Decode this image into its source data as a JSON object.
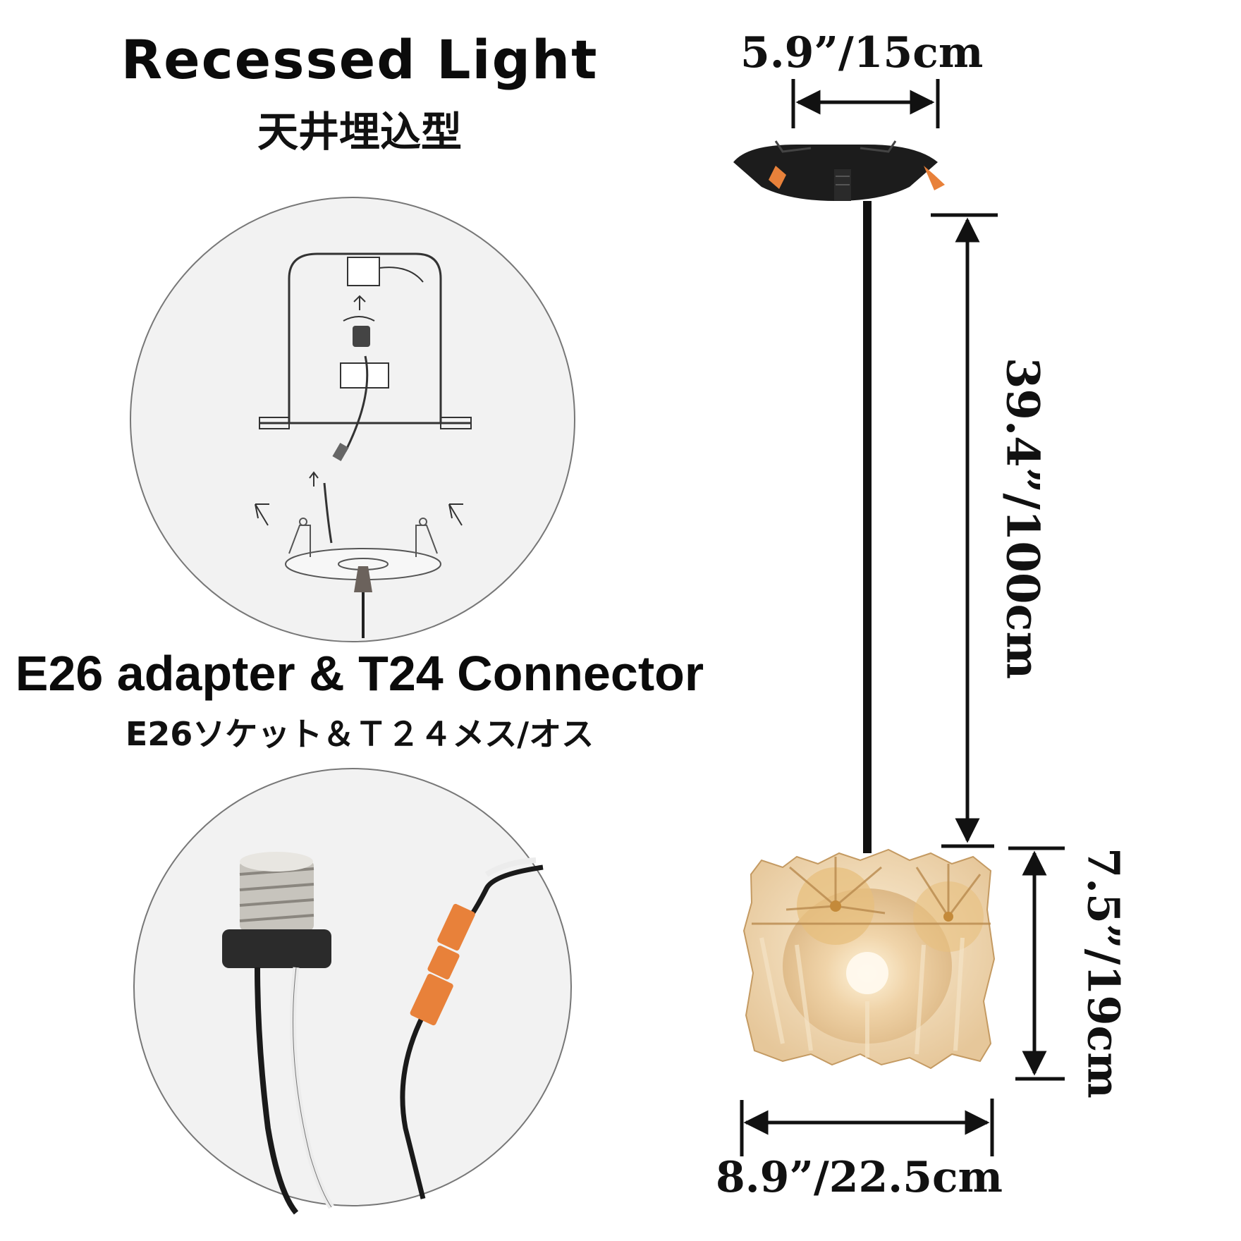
{
  "heading": {
    "title": "Recessed Light",
    "subtitle": "天井埋込型"
  },
  "connector_section": {
    "title": "E26 adapter & T24 Connector",
    "subtitle": "E26ソケット＆Ｔ２４メス/オス"
  },
  "dimensions": {
    "canopy_width": "5.9”/15cm",
    "cord_length": "39.4”/100cm",
    "shade_height": "7.5”/19cm",
    "shade_width": "8.9”/22.5cm"
  },
  "colors": {
    "accent_orange": "#e8813a",
    "gold": "#d8a35c",
    "circle_fill": "#f2f2f2"
  }
}
